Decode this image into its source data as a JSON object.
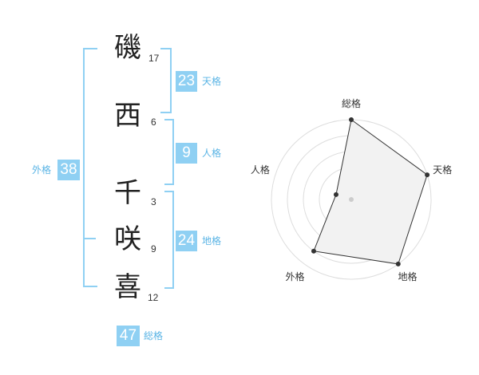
{
  "name_chars": [
    {
      "char": "磯",
      "strokes": "17"
    },
    {
      "char": "西",
      "strokes": "6"
    },
    {
      "char": "千",
      "strokes": "3"
    },
    {
      "char": "咲",
      "strokes": "9"
    },
    {
      "char": "喜",
      "strokes": "12"
    }
  ],
  "scores": {
    "tenkaku": {
      "value": "23",
      "label": "天格"
    },
    "jinkaku": {
      "value": "9",
      "label": "人格"
    },
    "chikaku": {
      "value": "24",
      "label": "地格"
    },
    "gaikaku": {
      "value": "38",
      "label": "外格"
    },
    "soukaku": {
      "value": "47",
      "label": "総格"
    }
  },
  "colors": {
    "accent": "#8fd0f3",
    "label": "#5ab4e5",
    "radar_fill": "#f2f2f2",
    "radar_line": "#333333",
    "rings": "#dddddd"
  },
  "chart_data": {
    "type": "radar",
    "axes": [
      "総格",
      "天格",
      "地格",
      "外格",
      "人格"
    ],
    "values": [
      5,
      5,
      5,
      4,
      1
    ],
    "max": 5,
    "levels": 5
  }
}
